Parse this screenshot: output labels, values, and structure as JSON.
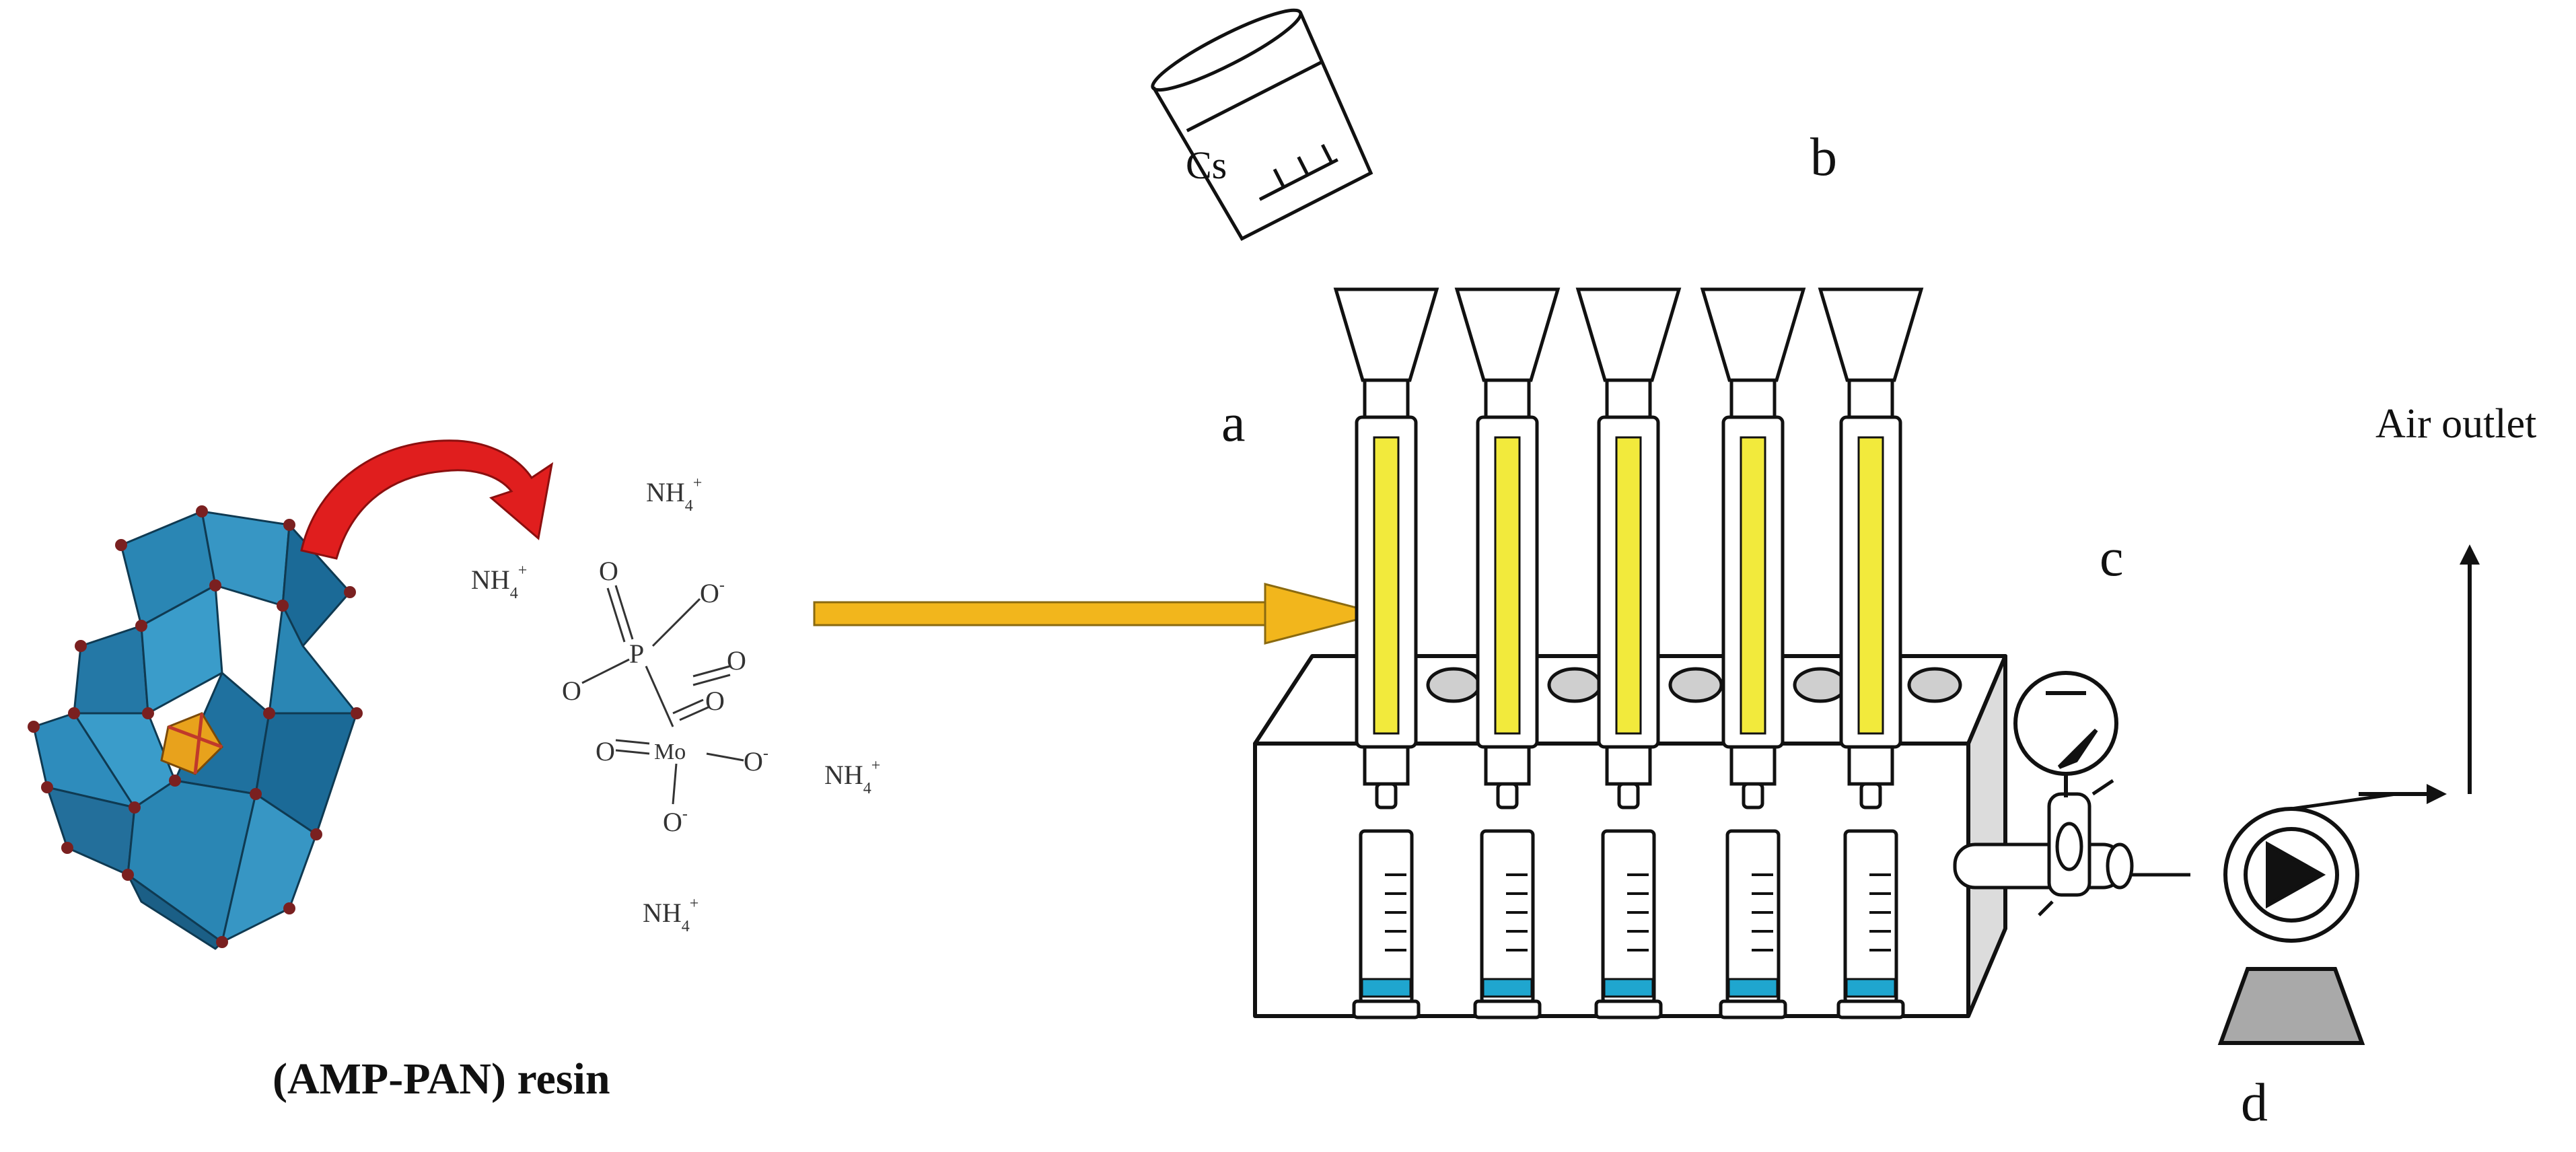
{
  "labels": {
    "resin": "(AMP-PAN) resin",
    "cs": "Cs",
    "a": "a",
    "b": "b",
    "c": "c",
    "d": "d",
    "air_outlet": "Air outlet"
  },
  "chemistry": {
    "ammonium_1": "NH",
    "ammonium_2": "NH",
    "ammonium_3": "NH",
    "ammonium_4": "NH",
    "ammonium_sub": "4",
    "ammonium_sup": "+",
    "phosphorus": "P",
    "molybdenum": "Mo",
    "oxygen": "O",
    "oxygen_anion": "O",
    "anion_sup": "-"
  },
  "colors": {
    "polyhedra": "#2a86b4",
    "polyhedra_dark": "#1b5f86",
    "rotation_arrow": "#e01e1e",
    "feed_arrow": "#f2b61c",
    "resin_column": "#f2ea3c",
    "eluate": "#1fa6cf",
    "line": "#111111",
    "pump_base": "#a9a9a9",
    "manifold_side": "#dcdcdc"
  },
  "icons": {
    "cs_beaker": "beaker-icon",
    "pressure_gauge": "gauge-icon",
    "valve": "valve-icon",
    "pump": "vacuum-pump-icon"
  },
  "columns": {
    "count": 5
  }
}
